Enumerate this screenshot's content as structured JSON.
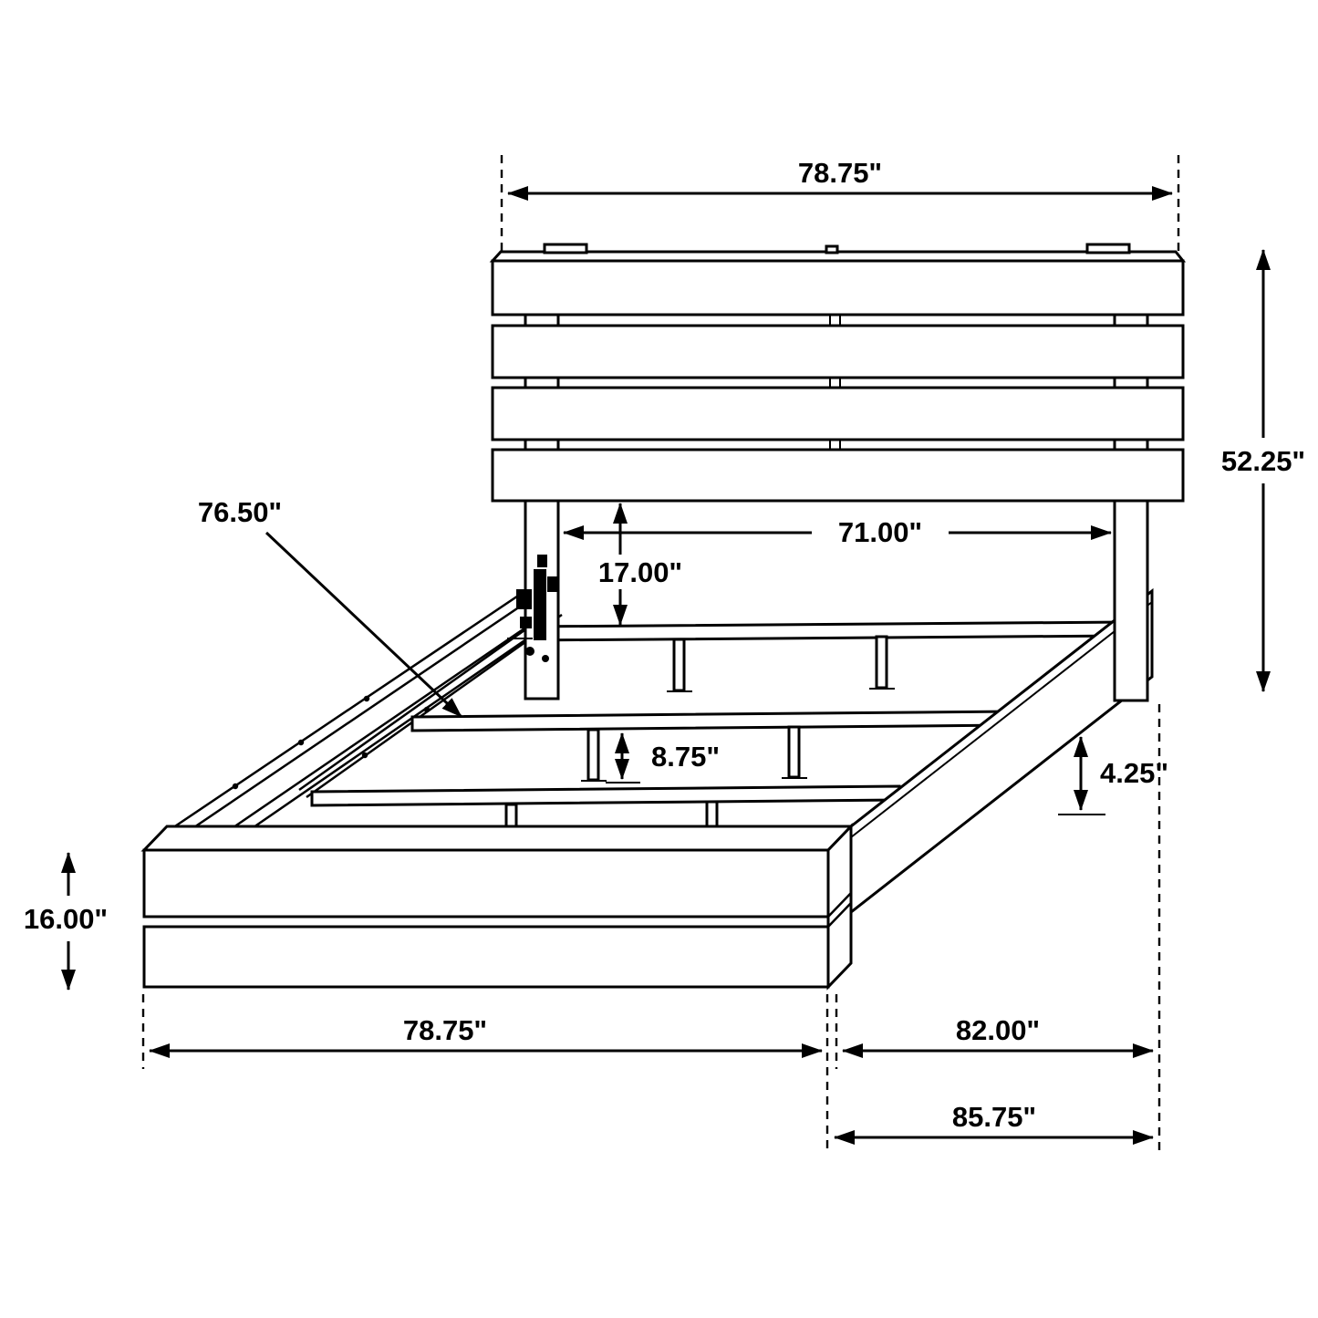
{
  "diagram": {
    "type": "furniture-dimension-diagram",
    "subject": "platform bed frame with plank headboard and footboard",
    "unit": "inches",
    "colors": {
      "line": "#000000",
      "background": "#ffffff"
    },
    "labels": {
      "top_width": "78.75\"",
      "headboard_height": "52.25\"",
      "inner_width": "71.00\"",
      "headboard_clearance": "17.00\"",
      "slat_length": "76.50\"",
      "support_height": "8.75\"",
      "rail_clearance": "4.25\"",
      "footboard_height": "16.00\"",
      "footboard_width": "78.75\"",
      "inner_length": "82.00\"",
      "overall_length": "85.75\""
    }
  }
}
